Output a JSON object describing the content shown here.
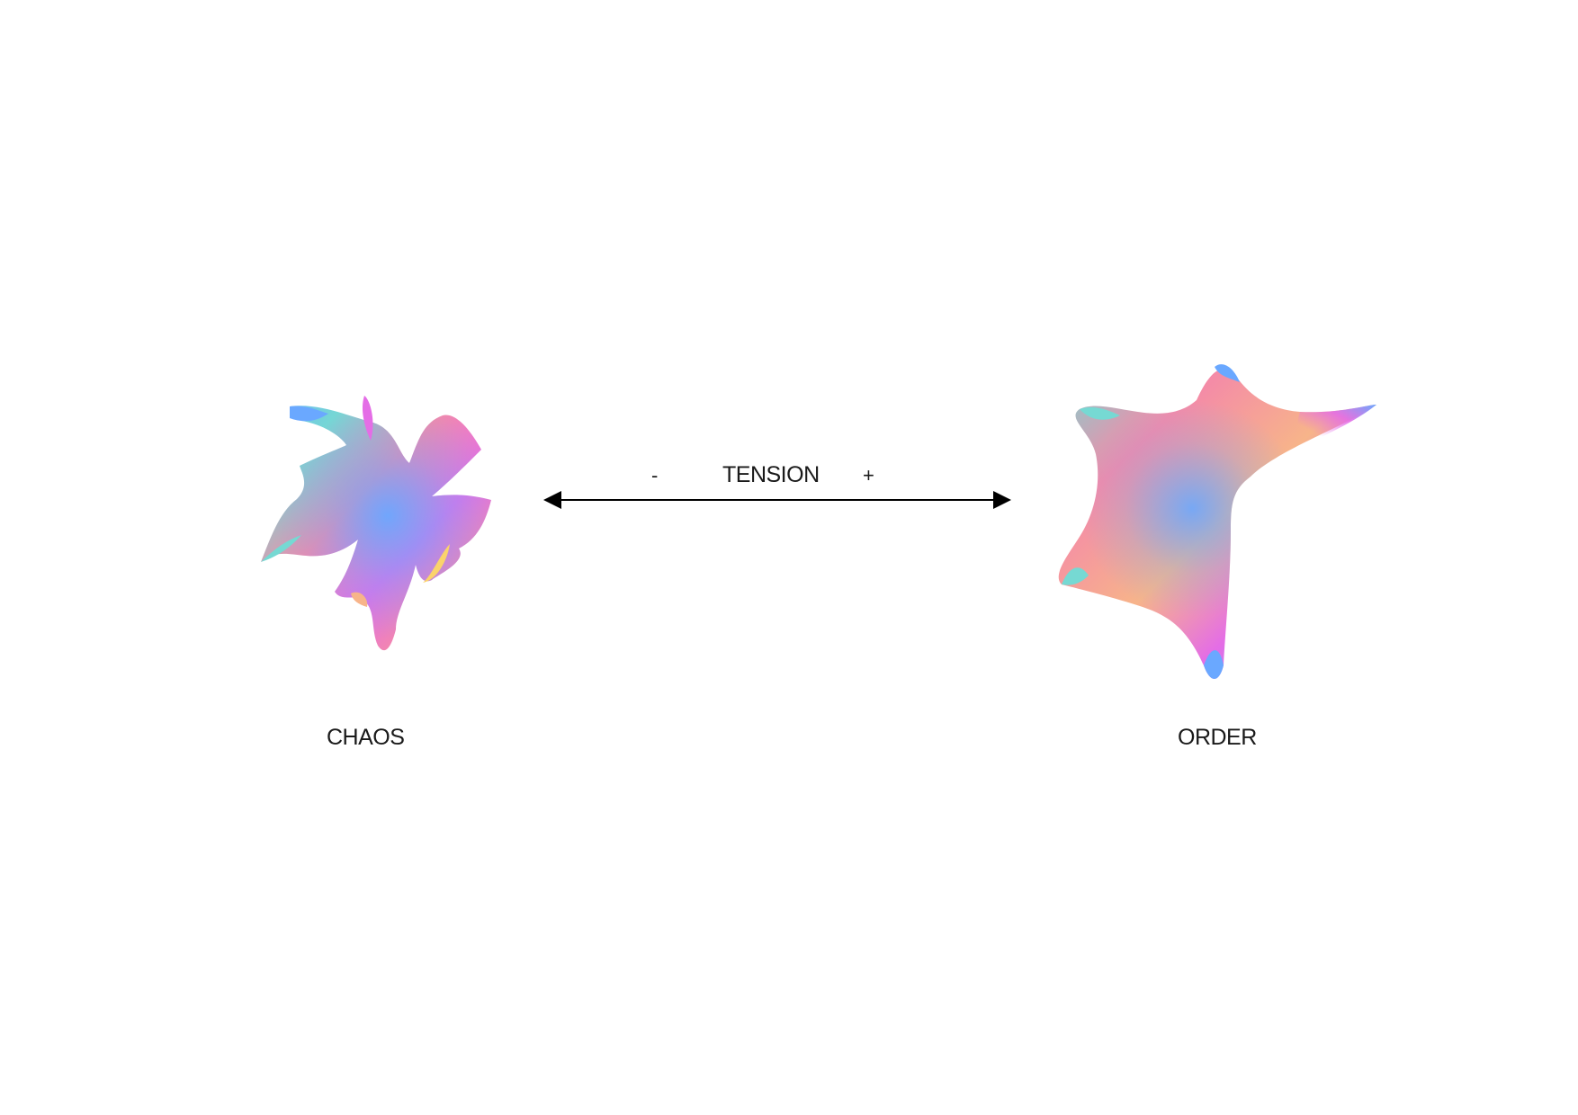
{
  "left_pole": {
    "label": "CHAOS"
  },
  "right_pole": {
    "label": "ORDER"
  },
  "axis": {
    "label": "TENSION",
    "low_marker": "-",
    "high_marker": "+",
    "line_color": "#000000"
  },
  "palette": {
    "pink": "#f48aa8",
    "magenta": "#e46de6",
    "blue": "#6aa8ff",
    "cyan": "#76d9d3",
    "peach": "#f7b48a",
    "yellow": "#fbd36b"
  }
}
